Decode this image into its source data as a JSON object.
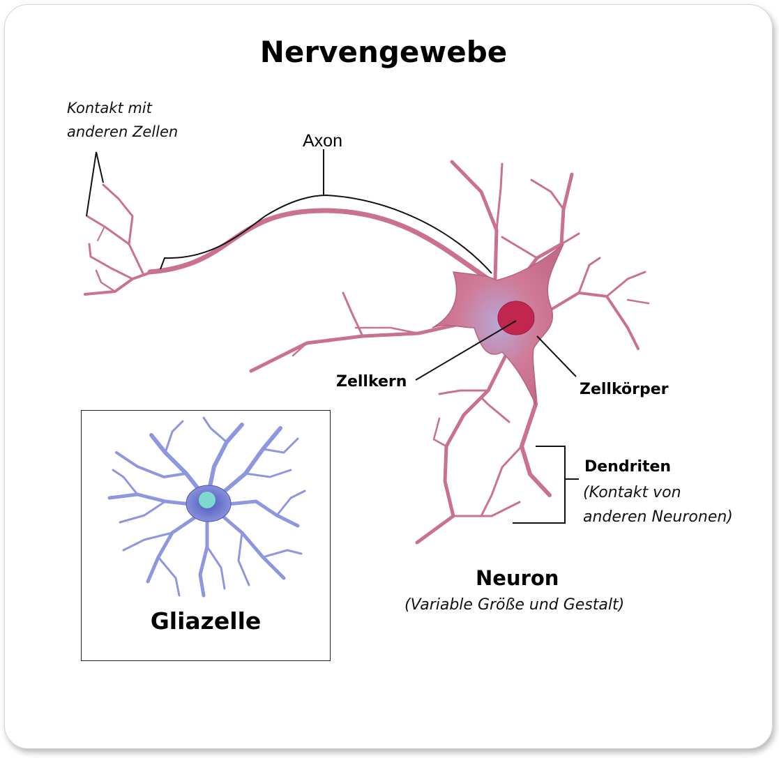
{
  "title": "Nervengewebe",
  "labels": {
    "contact_line1": "Kontakt mit",
    "contact_line2": "anderen Zellen",
    "axon": "Axon",
    "nucleus": "Zellkern",
    "cell_body": "Zellkörper",
    "dendrites": "Dendriten",
    "dendrites_note1": "(Kontakt  von",
    "dendrites_note2": "anderen Neuronen)",
    "neuron": "Neuron",
    "neuron_note": "(Variable Größe und Gestalt)",
    "glia": "Gliazelle"
  },
  "colors": {
    "neuron_fill": "#c9718e",
    "neuron_stroke": "#9a4d6a",
    "nucleus": "#c0264f",
    "glia_fill": "#8f96e0",
    "glia_stroke": "#5a5fb8",
    "glia_nucleus": "#7fd8cf"
  }
}
